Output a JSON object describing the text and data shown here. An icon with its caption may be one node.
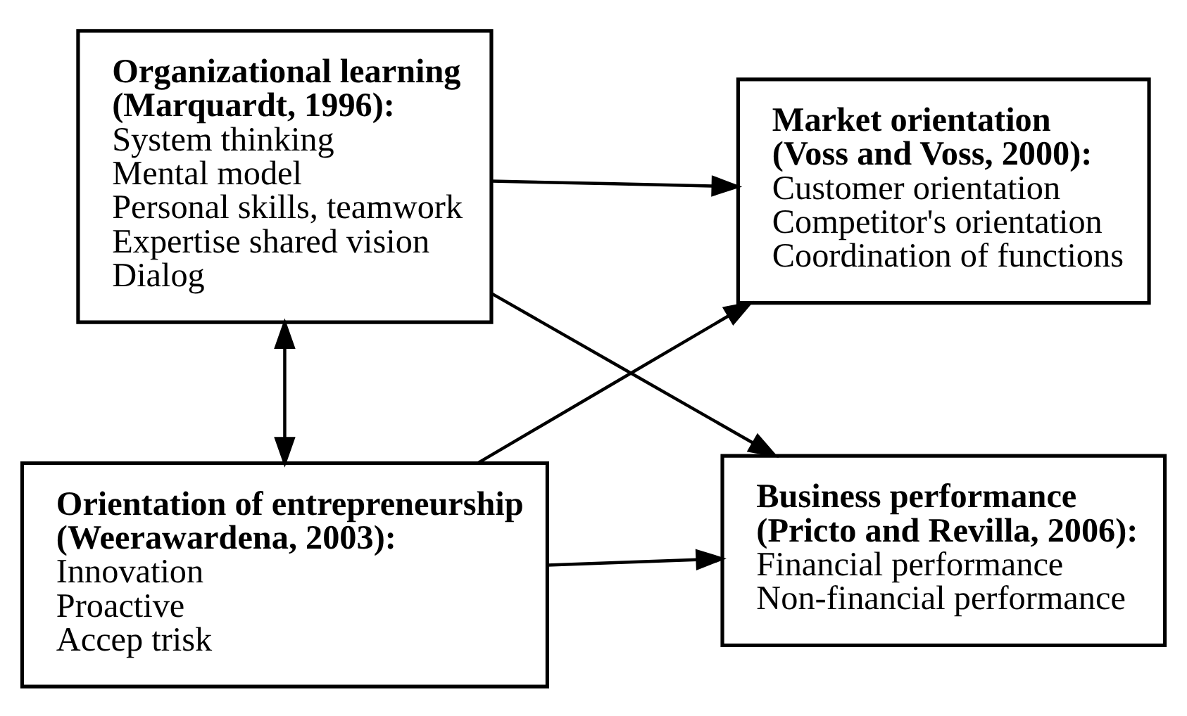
{
  "diagram": {
    "nodes": [
      {
        "text": [
          "Organizational learning (Marquardt, 1996):",
          "System thinking",
          "Mental model",
          "Personal skills, teamwork",
          "Expertise shared vision",
          "Dialog"
        ]
      },
      {
        "text": [
          "Market orientation (Voss and Voss, 2000):",
          "Customer orientation",
          "Competitor's orientation",
          "Coordination of functions"
        ]
      },
      {
        "text": [
          "Business performance (Pricto and Revilla, 2006):",
          "Financial performance",
          "Non-financial performance"
        ]
      },
      {
        "text": [
          "Orientation of entrepreneurship (Weerawardena, 2003):",
          "Innovation",
          "Proactive",
          "Accep trisk"
        ]
      }
    ],
    "edges": [
      {
        "from": 0,
        "to": 1,
        "arrow": "to"
      },
      {
        "from": 0,
        "to": 2,
        "arrow": "to"
      },
      {
        "from": 0,
        "to": 3,
        "arrow": "both"
      },
      {
        "from": 3,
        "to": 1,
        "arrow": "to"
      },
      {
        "from": 3,
        "to": 2,
        "arrow": "to"
      }
    ]
  }
}
